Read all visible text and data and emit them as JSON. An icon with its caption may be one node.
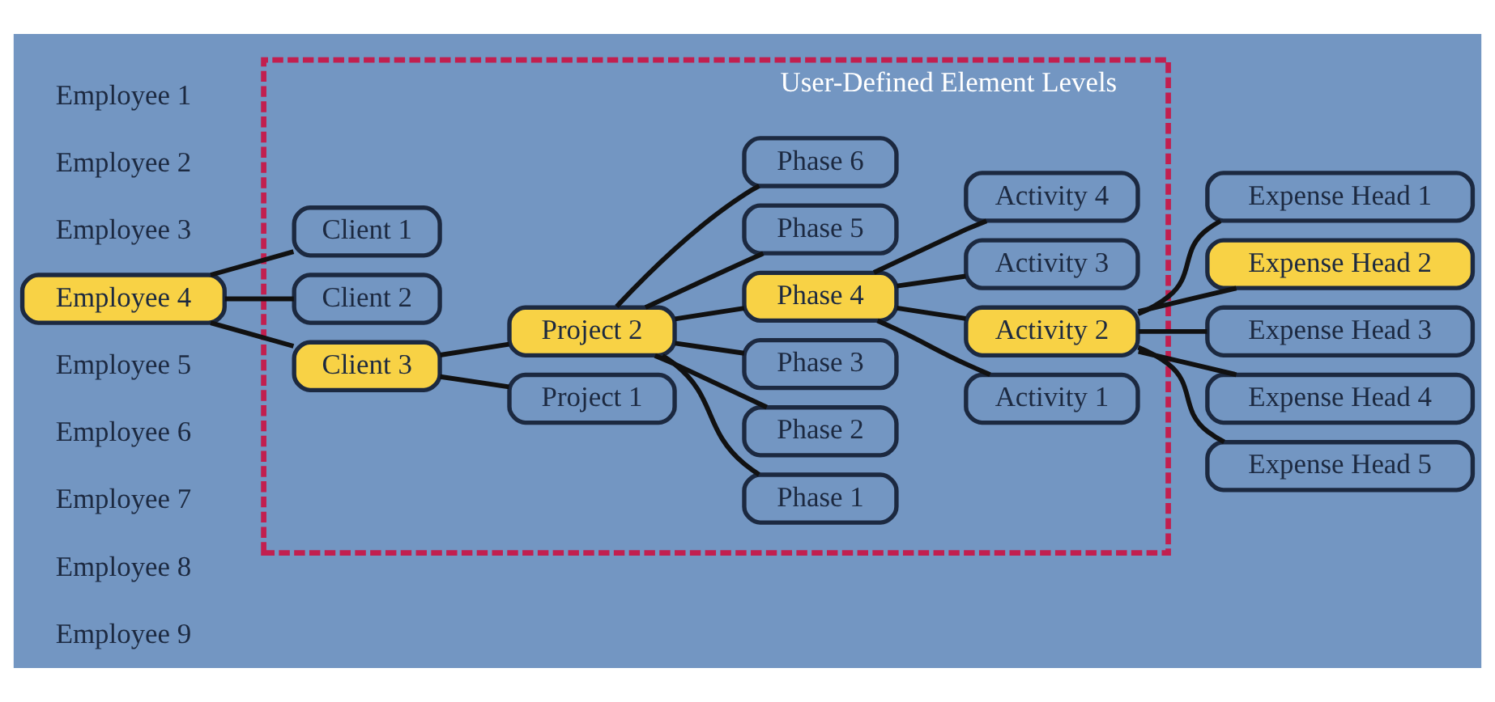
{
  "diagram": {
    "nodes": [
      {
        "text": [
          "Employee 4"
        ]
      },
      {
        "text": [
          "User-Defined Element Levels"
        ]
      },
      {
        "text": [
          "Client 1"
        ],
        "in": 1
      },
      {
        "text": [
          "Client 2"
        ],
        "in": 1
      },
      {
        "text": [
          "Client 3"
        ],
        "in": 1
      },
      {
        "text": [
          "Project 1"
        ],
        "in": 1
      },
      {
        "text": [
          "Project 2"
        ],
        "in": 1
      },
      {
        "text": [
          "Phase 1"
        ],
        "in": 1
      },
      {
        "text": [
          "Phase 2"
        ],
        "in": 1
      },
      {
        "text": [
          "Phase 3"
        ],
        "in": 1
      },
      {
        "text": [
          "Phase 4"
        ],
        "in": 1
      },
      {
        "text": [
          "Phase 5"
        ],
        "in": 1
      },
      {
        "text": [
          "Phase 6"
        ],
        "in": 1
      },
      {
        "text": [
          "Activity 1"
        ],
        "in": 1
      },
      {
        "text": [
          "Activity 2"
        ],
        "in": 1
      },
      {
        "text": [
          "Activity 3"
        ],
        "in": 1
      },
      {
        "text": [
          "Activity 4"
        ],
        "in": 1
      },
      {
        "text": [
          "Expense Head 1"
        ]
      },
      {
        "text": [
          "Expense Head 2"
        ]
      },
      {
        "text": [
          "Expense Head 3"
        ]
      },
      {
        "text": [
          "Expense Head 4"
        ]
      },
      {
        "text": [
          "Expense Head 5"
        ]
      }
    ],
    "edges": [
      {
        "from": 0,
        "to": 2,
        "arrow": "none"
      },
      {
        "from": 0,
        "to": 3,
        "arrow": "none"
      },
      {
        "from": 0,
        "to": 4,
        "arrow": "none"
      },
      {
        "from": 4,
        "to": 5,
        "arrow": "none"
      },
      {
        "from": 4,
        "to": 6,
        "arrow": "none"
      },
      {
        "from": 6,
        "to": 7,
        "arrow": "none"
      },
      {
        "from": 6,
        "to": 8,
        "arrow": "none"
      },
      {
        "from": 6,
        "to": 9,
        "arrow": "none"
      },
      {
        "from": 6,
        "to": 10,
        "arrow": "none"
      },
      {
        "from": 6,
        "to": 11,
        "arrow": "none"
      },
      {
        "from": 6,
        "to": 12,
        "arrow": "none"
      },
      {
        "from": 10,
        "to": 13,
        "arrow": "none"
      },
      {
        "from": 10,
        "to": 14,
        "arrow": "none"
      },
      {
        "from": 10,
        "to": 15,
        "arrow": "none"
      },
      {
        "from": 10,
        "to": 16,
        "arrow": "none"
      },
      {
        "from": 14,
        "to": 17,
        "arrow": "none"
      },
      {
        "from": 14,
        "to": 18,
        "arrow": "none"
      },
      {
        "from": 14,
        "to": 19,
        "arrow": "none"
      },
      {
        "from": 14,
        "to": 20,
        "arrow": "none"
      },
      {
        "from": 14,
        "to": 21,
        "arrow": "none"
      }
    ],
    "labels": [
      "Employee 1",
      "Employee 2",
      "Employee 3",
      "Employee 5",
      "Employee 6",
      "Employee 7",
      "Employee 8",
      "Employee 9"
    ]
  }
}
